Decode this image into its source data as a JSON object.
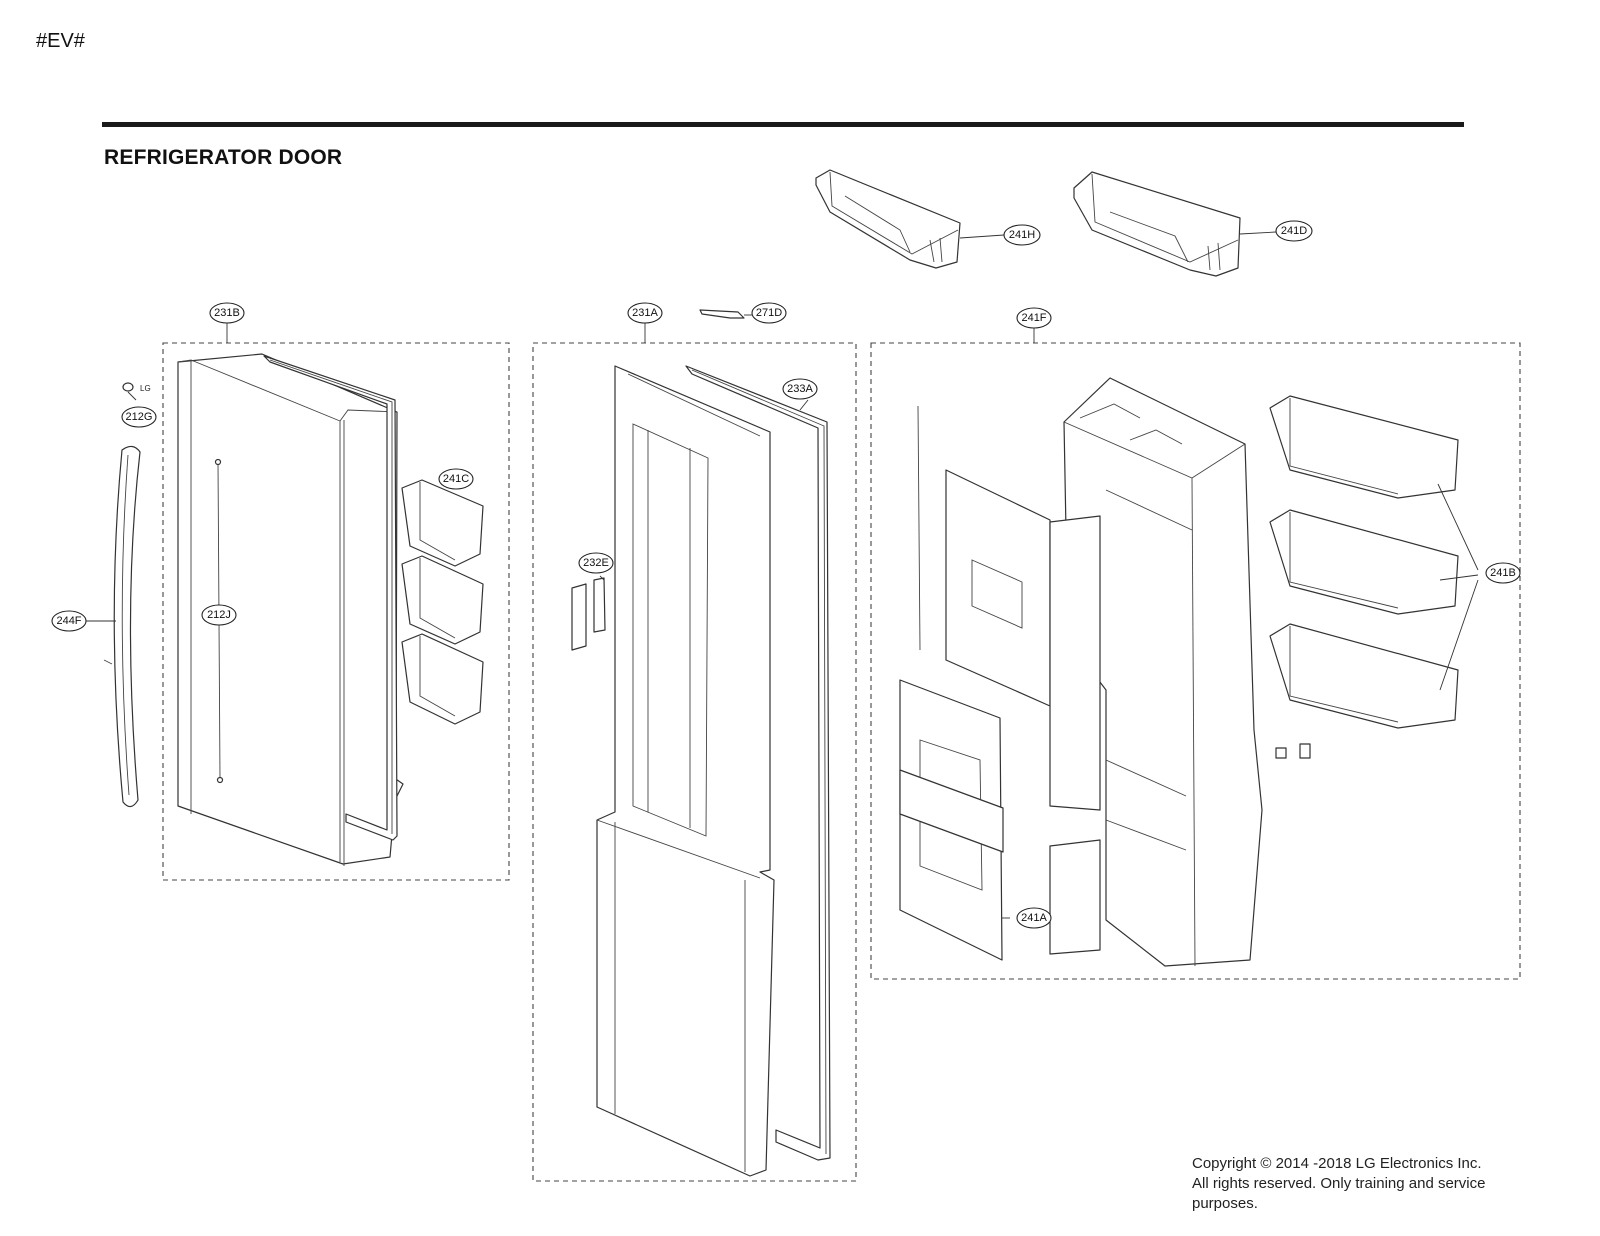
{
  "header": {
    "code": "#EV#"
  },
  "page_title": "REFRIGERATOR DOOR",
  "callouts": {
    "c241H": "241H",
    "c241D": "241D",
    "c231B": "231B",
    "c231A": "231A",
    "c271D": "271D",
    "c241F": "241F",
    "c212G": "212G",
    "c233A": "233A",
    "c241C": "241C",
    "c232E": "232E",
    "c244F": "244F",
    "c212J": "212J",
    "c241B": "241B",
    "c241A": "241A"
  },
  "logo_text": "LG",
  "copyright": {
    "line1": "Copyright © 2014 -2018 LG Electronics Inc.",
    "line2": "All rights reserved. Only training and service",
    "line3": "purposes."
  }
}
